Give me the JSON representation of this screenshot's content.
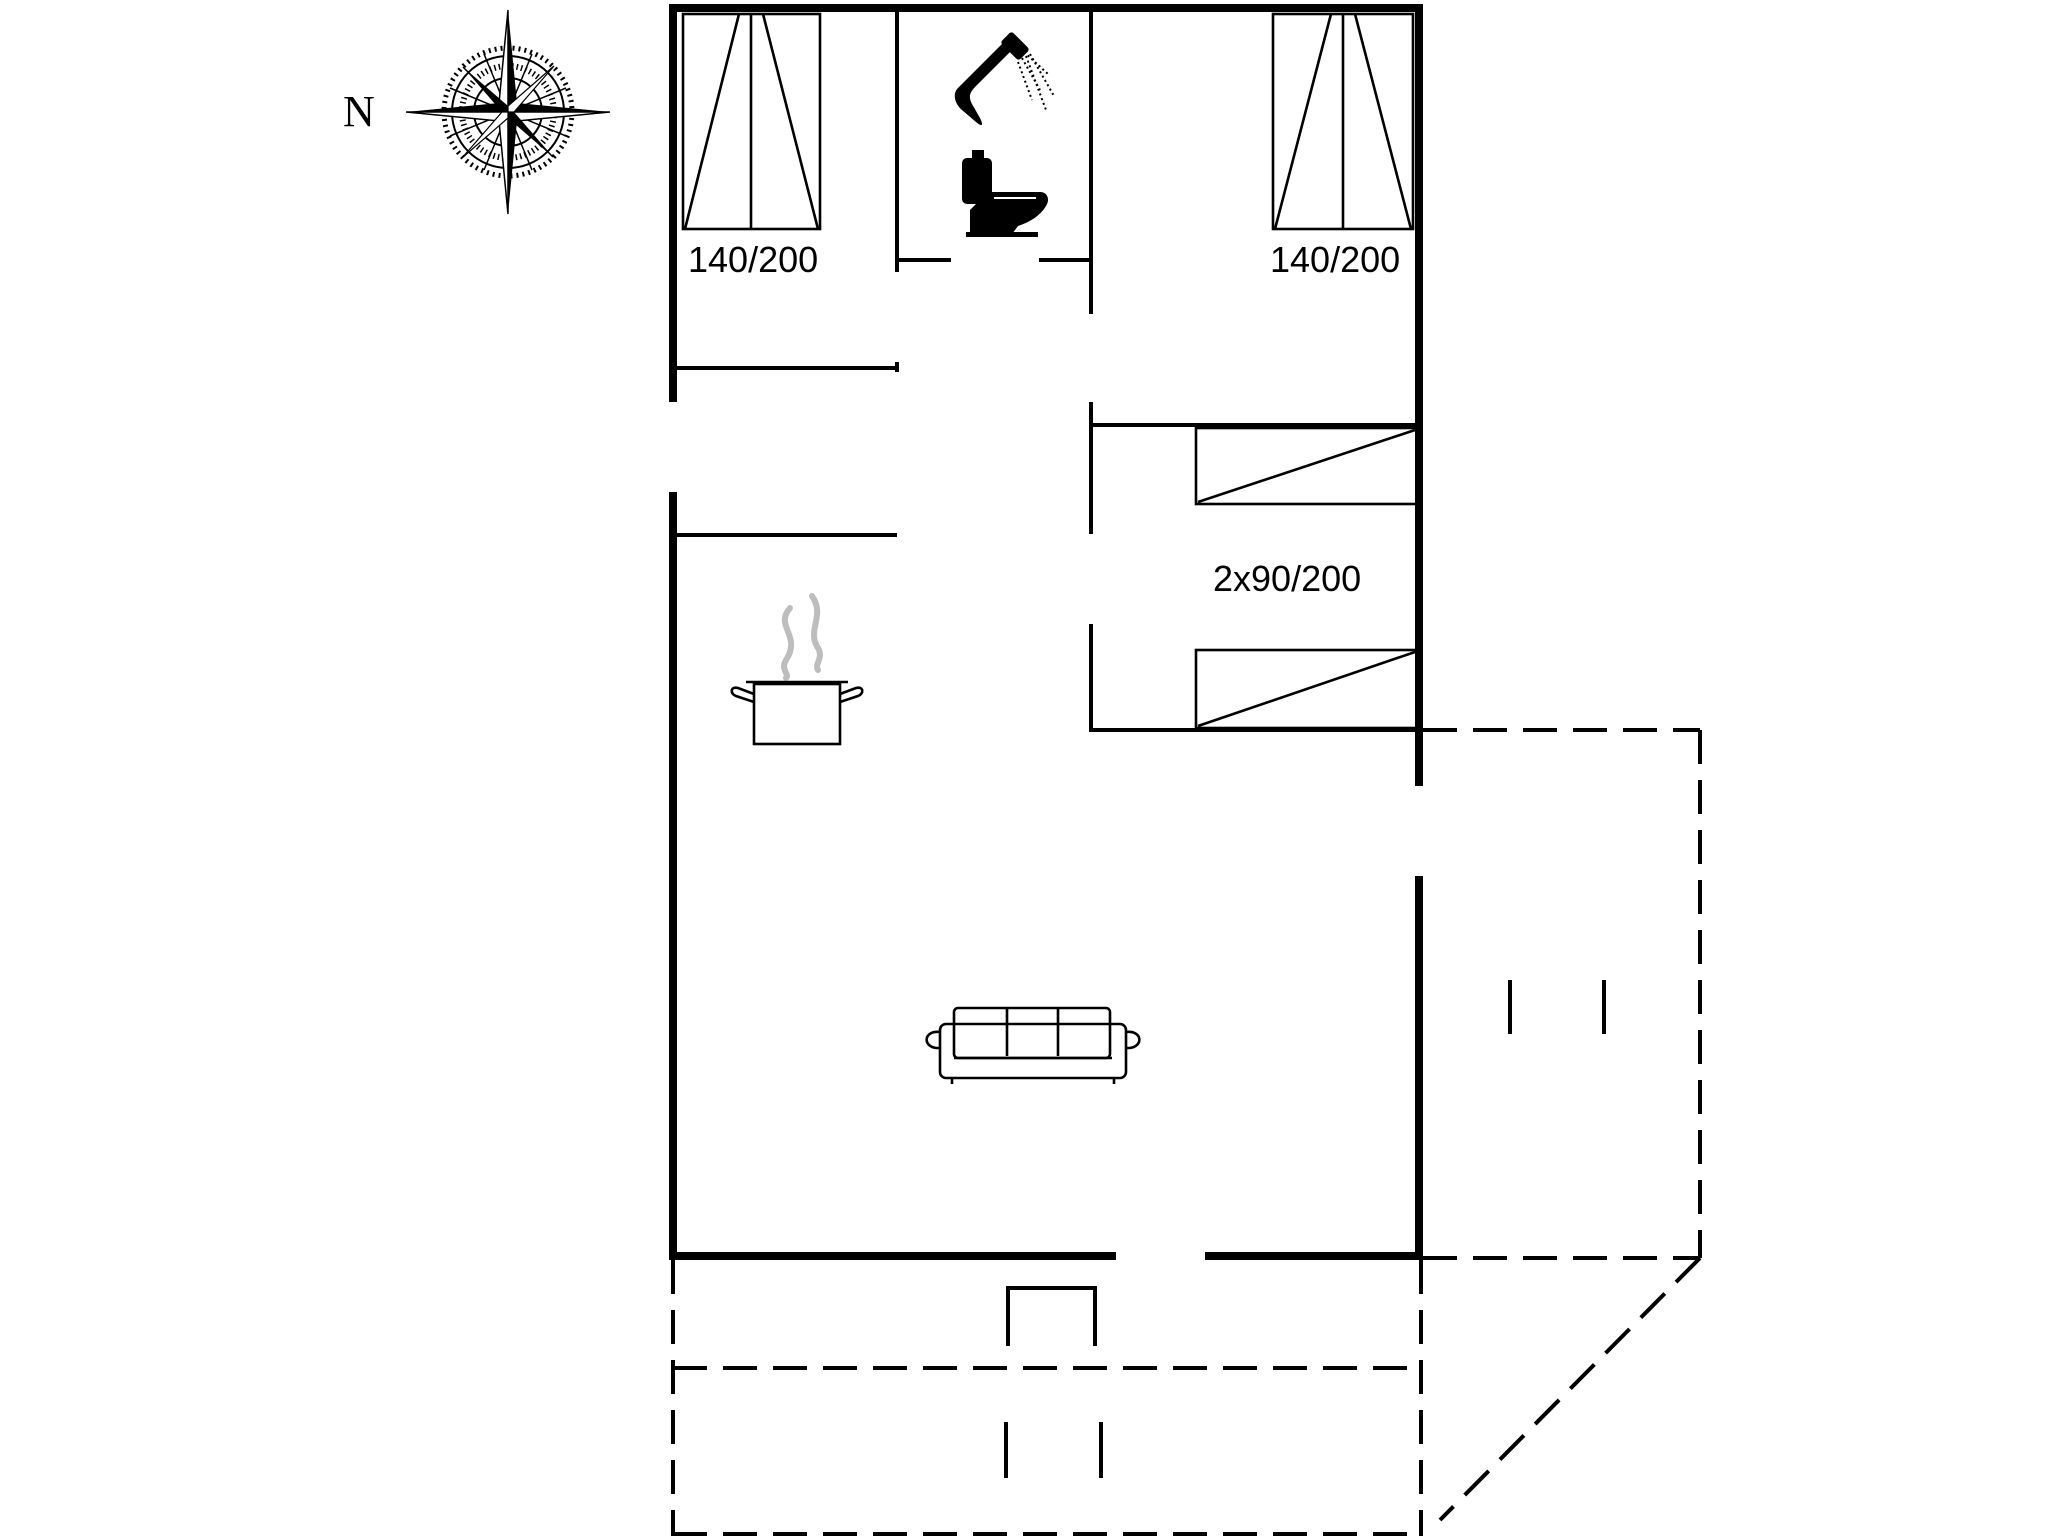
{
  "compass": {
    "north_label": "N",
    "icon": "compass-rose-icon"
  },
  "rooms": {
    "bedroom_1": {
      "bed_label": "140/200",
      "icon": "double-bed-icon"
    },
    "bathroom": {
      "icons": [
        "shower-icon",
        "toilet-icon"
      ]
    },
    "bedroom_2": {
      "bed_label": "140/200",
      "icon": "double-bed-icon"
    },
    "bedroom_3": {
      "bed_label": "2x90/200",
      "icon": "single-bed-icon"
    },
    "kitchen": {
      "icon": "cooking-pot-icon"
    },
    "living_room": {
      "icon": "sofa-icon"
    }
  },
  "colors": {
    "line": "#000000",
    "background": "#ffffff",
    "steam": "#bdbdbd"
  }
}
